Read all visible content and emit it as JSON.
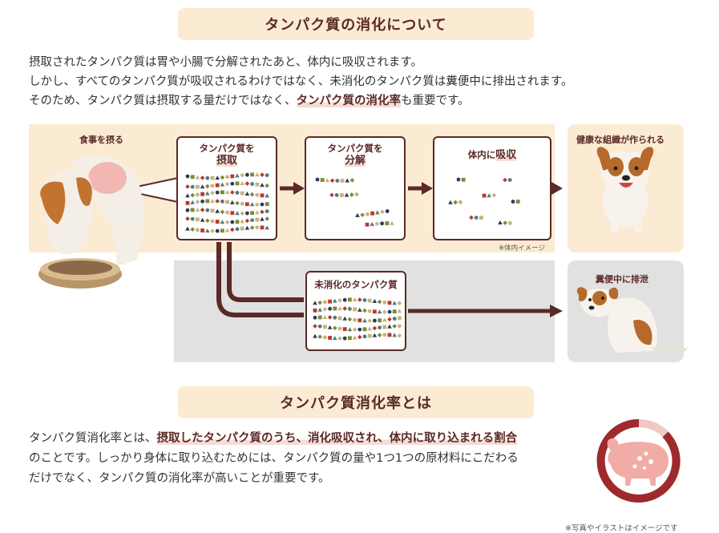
{
  "section1": {
    "title": "タンパク質の消化について",
    "intro_line1": "摂取されたタンパク質は胃や小腸で分解されたあと、体内に吸収されます。",
    "intro_line2": "しかし、すべてのタンパク質が吸収されるわけではなく、未消化のタンパク質は糞便中に排出されます。",
    "intro_line3_pre": "そのため、タンパク質は摂取する量だけではなく、",
    "intro_line3_strong": "タンパク質の消化率",
    "intro_line3_post": "も重要です。"
  },
  "diagram": {
    "eat_label": "食事を摂る",
    "box1_line1": "タンパク質を",
    "box1_line2": "摂取",
    "box2_line1": "タンパク質を",
    "box2_line2": "分解",
    "box3_pre": "体内に",
    "box3_hl": "吸収",
    "box3_note": "※体内イメージ",
    "box4_title": "未消化のタンパク質",
    "healthy_label": "健康な組織が作られる",
    "excrete_label": "糞便中に排泄",
    "colors": {
      "brown": "#5a2a26",
      "cream": "#fbebd3",
      "gray": "#e1e1e1",
      "dot_navy": "#2a3a5c",
      "dot_olive": "#7a8a3a",
      "dot_tan": "#c8b27a",
      "dot_red": "#b83a2e",
      "dot_teal": "#4d7d78"
    }
  },
  "section2": {
    "title": "タンパク質消化率とは",
    "def_pre": "タンパク質消化率とは、",
    "def_strong": "摂取したタンパク質のうち、消化吸収され、体内に取り込まれる割合",
    "def_line2": "のことです。しっかり身体に取り込むためには、タンパク質の量や1つ1つの原材料にこだわる",
    "def_line3": "だけでなく、タンパク質の消化率が高いことが重要です。"
  },
  "footnote": "※写真やイラストはイメージです"
}
